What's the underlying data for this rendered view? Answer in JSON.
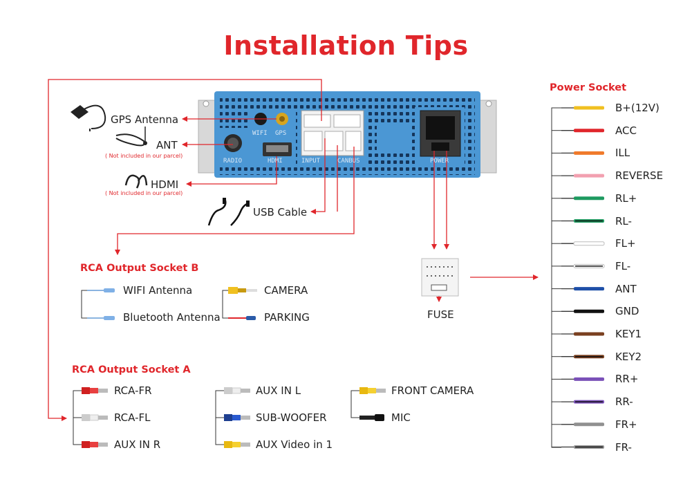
{
  "title": "Installation Tips",
  "device": {
    "ports": {
      "wifi": "WIFI",
      "gps": "GPS",
      "radio": "RADIO",
      "hdmi": "HDMI",
      "input": "INPUT",
      "canbus": "CANBUS",
      "power": "POWER"
    }
  },
  "top_left": {
    "gps": "GPS Antenna",
    "ant": "ANT",
    "ant_note": "( Not included in our parcel)",
    "hdmi": "HDMI",
    "hdmi_note": "( Not included in our parcel)",
    "usb": "USB Cable"
  },
  "rca_b": {
    "title": "RCA Output Socket B",
    "items": [
      "WIFI Antenna",
      "Bluetooth Antenna",
      "CAMERA",
      "PARKING"
    ]
  },
  "rca_a": {
    "title": "RCA Output Socket A",
    "col1": [
      "RCA-FR",
      "RCA-FL",
      "AUX IN R"
    ],
    "col2": [
      "AUX IN L",
      "SUB-WOOFER",
      "AUX Video in 1"
    ],
    "col3": [
      "FRONT CAMERA",
      "MIC"
    ]
  },
  "fuse": {
    "label": "FUSE"
  },
  "power_socket": {
    "title": "Power Socket",
    "wires": [
      {
        "label": "B+(12V)",
        "color": "#f0c020"
      },
      {
        "label": "ACC",
        "color": "#e0262b"
      },
      {
        "label": "ILL",
        "color": "#f07a2a"
      },
      {
        "label": "REVERSE",
        "color": "#f2a0b0"
      },
      {
        "label": "RL+",
        "color": "#1e9a60"
      },
      {
        "label": "RL-",
        "color": "#1e9a60"
      },
      {
        "label": "FL+",
        "color": "#ffffff"
      },
      {
        "label": "FL-",
        "color": "#ffffff"
      },
      {
        "label": "ANT",
        "color": "#1e4fa8"
      },
      {
        "label": "GND",
        "color": "#111111"
      },
      {
        "label": "KEY1",
        "color": "#7a4020"
      },
      {
        "label": "KEY2",
        "color": "#7a4020"
      },
      {
        "label": "RR+",
        "color": "#7a50b8"
      },
      {
        "label": "RR-",
        "color": "#7a50b8"
      },
      {
        "label": "FR+",
        "color": "#909090"
      },
      {
        "label": "FR-",
        "color": "#909090"
      }
    ]
  }
}
